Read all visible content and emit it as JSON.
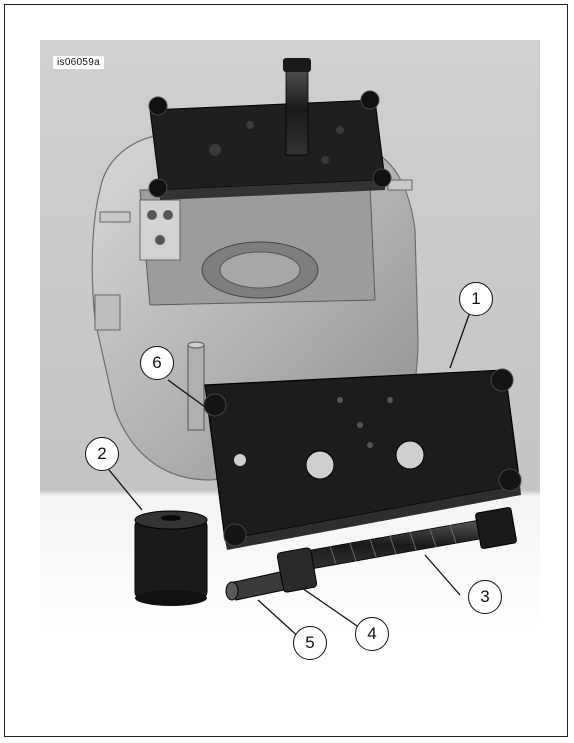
{
  "figure": {
    "id_label": "is06059a"
  },
  "callouts": [
    {
      "label": "1"
    },
    {
      "label": "2"
    },
    {
      "label": "3"
    },
    {
      "label": "4"
    },
    {
      "label": "5"
    },
    {
      "label": "6"
    }
  ],
  "colors": {
    "background_gray": "#c9c9c9",
    "plate_black": "#1e1e1e",
    "casting_silver": "#b9b9b9",
    "frame_border": "#222222"
  }
}
